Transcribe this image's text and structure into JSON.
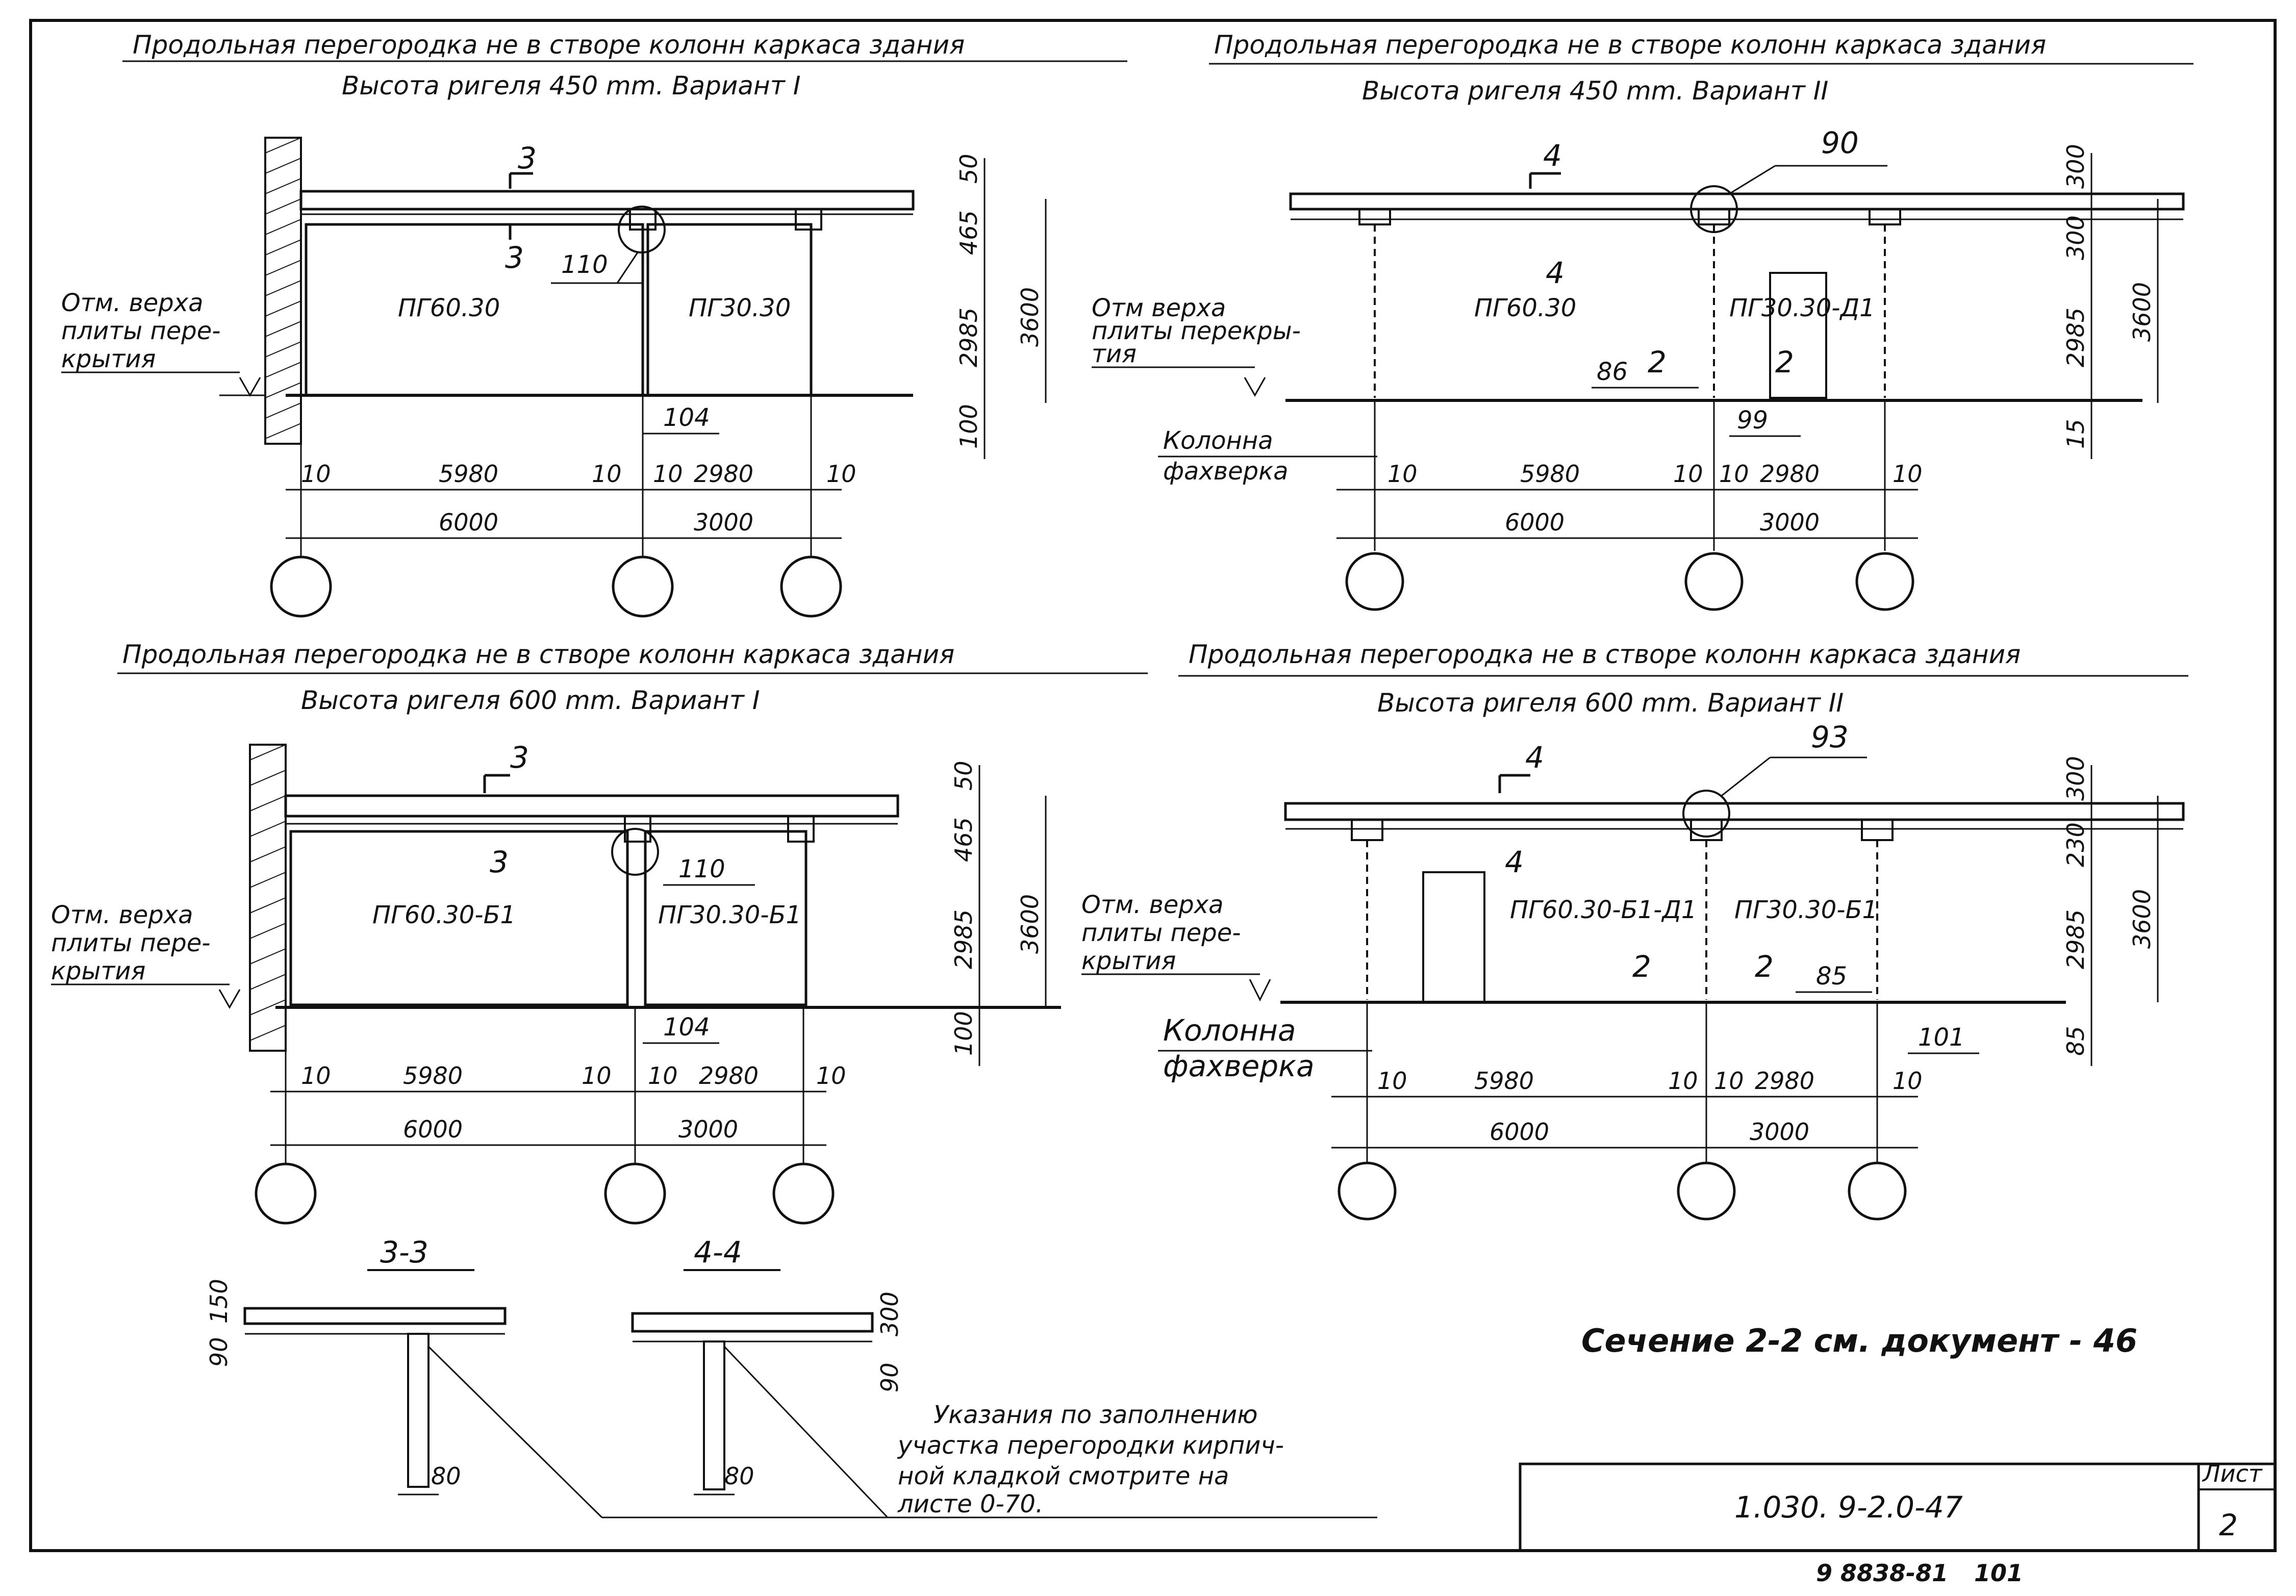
{
  "titles": {
    "tl_1": "Продольная перегородка не в створе колонн каркаса здания",
    "tl_2": "Высота ригеля 450 mm. Вариант I",
    "tr_1": "Продольная перегородка не в створе колонн каркаса здания",
    "tr_2": "Высота ригеля 450 mm. Вариант II",
    "bl_1": "Продольная перегородка не в створе колонн каркаса здания",
    "bl_2": "Высота ригеля 600 mm. Вариант I",
    "br_1": "Продольная перегородка не в створе колонн каркаса здания",
    "br_2": "Высота ригеля 600 mm. Вариант II"
  },
  "labels": {
    "otm_1": "Отм. верха",
    "otm_2": "плиты пере-",
    "otm_3": "крытия",
    "otm_tr_1": "Отм верха",
    "otm_tr_2": "плиты перекры-",
    "otm_tr_3": "тия",
    "kolonna": "Колонна",
    "fahverka": "фахверка"
  },
  "panels": {
    "tl_a": "ПГ60.30",
    "tl_b": "ПГ30.30",
    "tr_a": "ПГ60.30",
    "tr_b": "ПГ30.30-Д1",
    "bl_a": "ПГ60.30-Б1",
    "bl_b": "ПГ30.30-Б1",
    "br_a": "ПГ60.30-Б1-Д1",
    "br_b": "ПГ30.30-Б1"
  },
  "dims": {
    "d10": "10",
    "d5980": "5980",
    "d2980": "2980",
    "d6000": "6000",
    "d3000": "3000",
    "d50": "50",
    "d465": "465",
    "d2985": "2985",
    "d3600": "3600",
    "d100": "100",
    "d300": "300",
    "d15": "15",
    "d230": "230",
    "d85": "85",
    "d80": "80",
    "d90": "90",
    "d150": "150"
  },
  "callouts": {
    "c110": "110",
    "c104": "104",
    "c90": "90",
    "c86": "86",
    "c99": "99",
    "c93": "93",
    "c85": "85",
    "c101": "101",
    "s2": "2",
    "s3": "3",
    "s4": "4"
  },
  "sections": {
    "s33": "3-3",
    "s44": "4-4"
  },
  "notes": {
    "n1": "Указания по заполнению",
    "n2": "участка перегородки кирпич-",
    "n3": "ной кладкой смотрите на",
    "n4": "листе 0-70.",
    "section_ref": "Сечение 2-2 см. документ - 46"
  },
  "stamp": {
    "code": "1.030. 9-2.0-47",
    "list_label": "Лист",
    "list_num": "2",
    "footer_a": "9 8838-81",
    "footer_b": "101"
  },
  "colors": {
    "ink": "#111111",
    "paper": "#ffffff"
  }
}
